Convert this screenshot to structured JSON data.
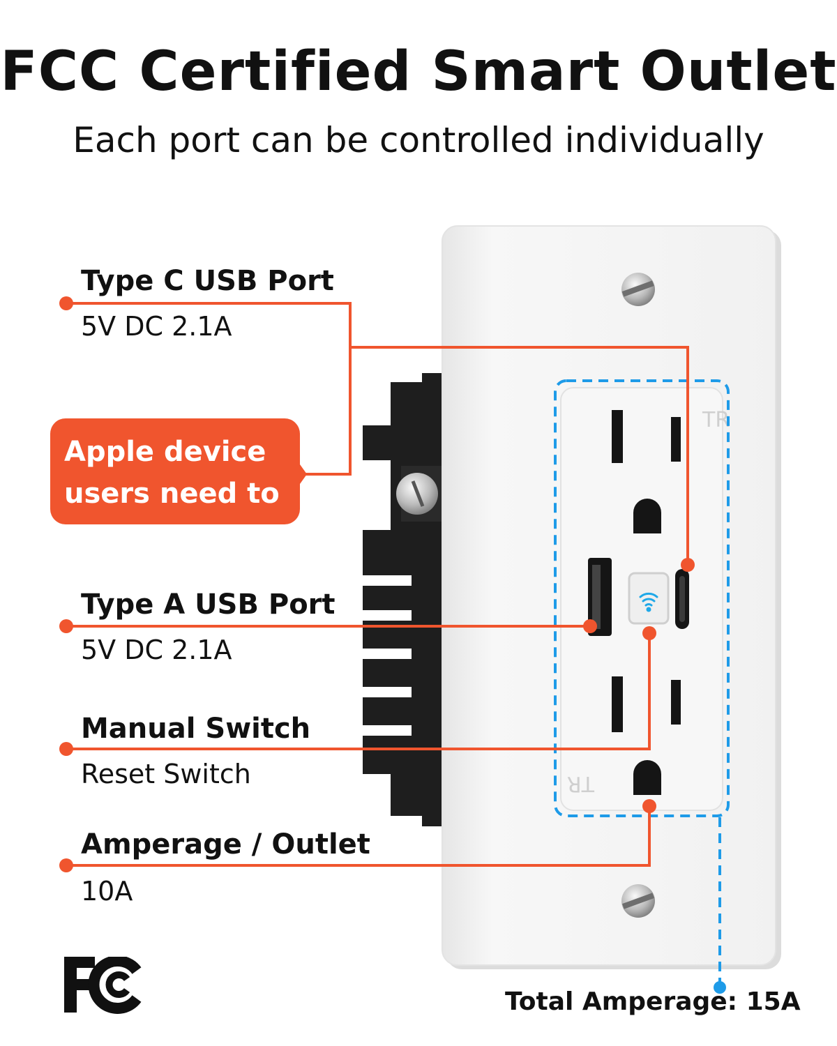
{
  "header": {
    "title": "FCC Certified Smart Outlet",
    "subtitle": "Each port can be controlled individually"
  },
  "labels": {
    "type_c": {
      "title": "Type C USB Port",
      "value": "5V DC 2.1A"
    },
    "type_a": {
      "title": "Type A USB Port",
      "value": "5V DC 2.1A"
    },
    "manual_switch": {
      "title": "Manual Switch",
      "value": "Reset Switch"
    },
    "amperage": {
      "title": "Amperage / Outlet",
      "value": "10A"
    }
  },
  "callout": {
    "line1": "Apple device",
    "line2": "users need to"
  },
  "total": "Total Amperage: 15A",
  "outlet_markings": {
    "tr_top": "TR",
    "tr_bottom": "TR"
  },
  "logo": {
    "text": "FCC"
  },
  "colors": {
    "accent": "#F0552E",
    "dashed_blue": "#1E9BE8",
    "plate": "#F4F4F4",
    "body": "#1E1E1E"
  },
  "icons": {
    "wifi": "wifi-icon"
  }
}
